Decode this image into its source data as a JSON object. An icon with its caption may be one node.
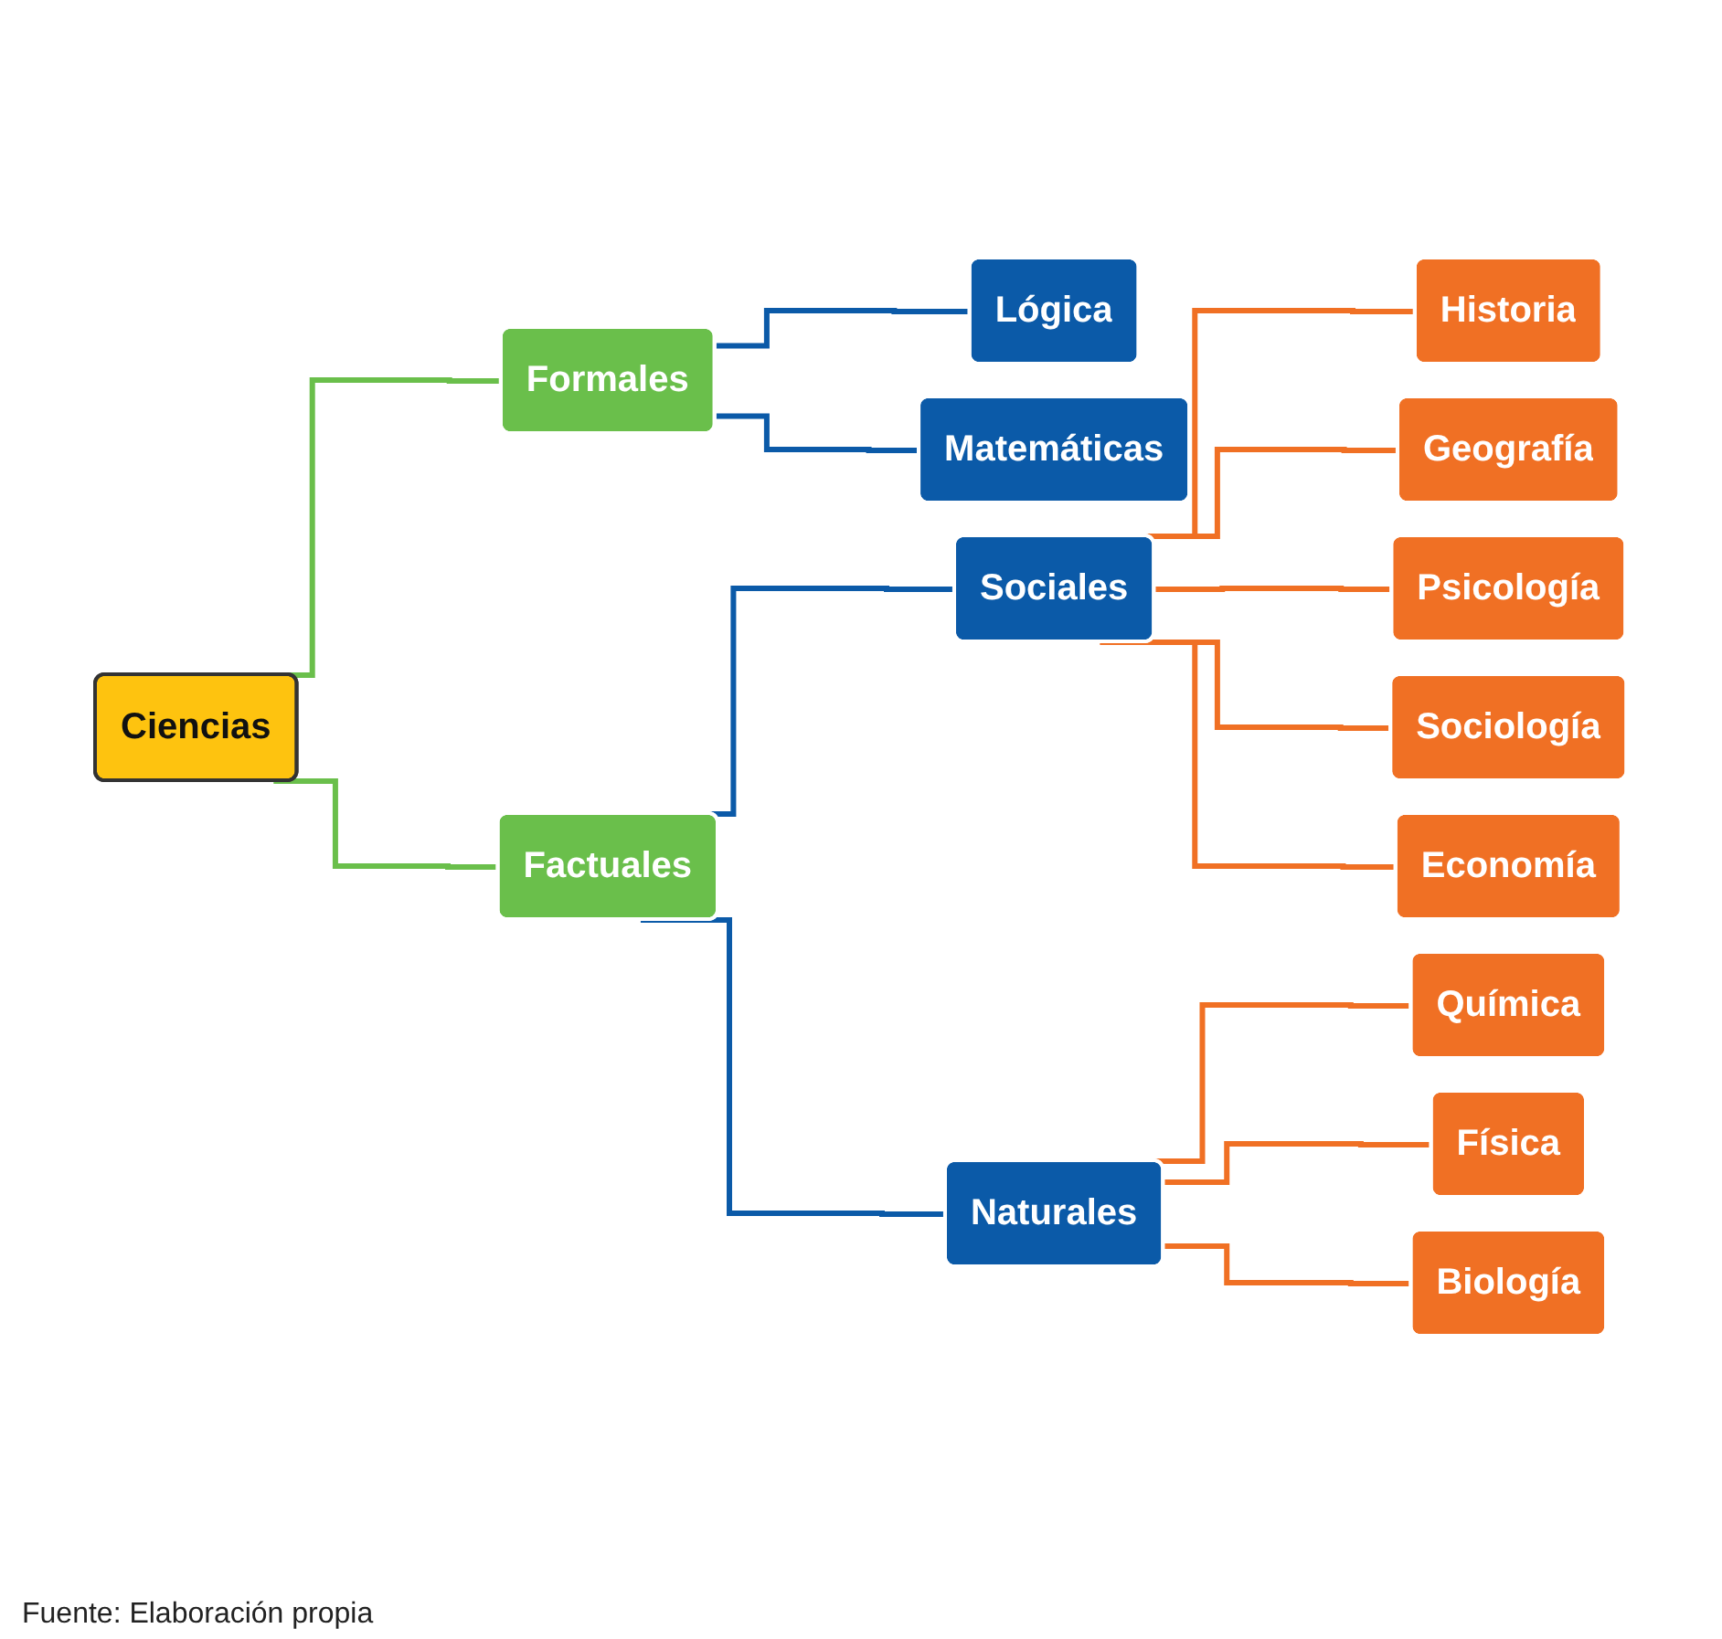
{
  "diagram": {
    "caption": "Fuente: Elaboración propia",
    "nodes": [
      {
        "text": [
          "Ciencias"
        ]
      },
      {
        "text": [
          "Formales"
        ]
      },
      {
        "text": [
          "Lógica"
        ]
      },
      {
        "text": [
          "Matemáticas"
        ]
      },
      {
        "text": [
          "Factuales"
        ]
      },
      {
        "text": [
          "Sociales"
        ]
      },
      {
        "text": [
          "Historia"
        ]
      },
      {
        "text": [
          "Geografía"
        ]
      },
      {
        "text": [
          "Psicología"
        ]
      },
      {
        "text": [
          "Sociología"
        ]
      },
      {
        "text": [
          "Economía"
        ]
      },
      {
        "text": [
          "Naturales"
        ]
      },
      {
        "text": [
          "Química"
        ]
      },
      {
        "text": [
          "Física"
        ]
      },
      {
        "text": [
          "Biología"
        ]
      }
    ],
    "edges": [
      {
        "from": 0,
        "to": 1,
        "arrow": "none",
        "color": "#6abf4b"
      },
      {
        "from": 0,
        "to": 4,
        "arrow": "none",
        "color": "#6abf4b"
      },
      {
        "from": 1,
        "to": 2,
        "arrow": "none",
        "color": "#0b5aa8"
      },
      {
        "from": 1,
        "to": 3,
        "arrow": "none",
        "color": "#0b5aa8"
      },
      {
        "from": 4,
        "to": 5,
        "arrow": "none",
        "color": "#0b5aa8"
      },
      {
        "from": 4,
        "to": 11,
        "arrow": "none",
        "color": "#0b5aa8"
      },
      {
        "from": 5,
        "to": 6,
        "arrow": "none"
      },
      {
        "from": 5,
        "to": 7,
        "arrow": "none"
      },
      {
        "from": 5,
        "to": 8,
        "arrow": "none"
      },
      {
        "from": 5,
        "to": 9,
        "arrow": "none"
      },
      {
        "from": 5,
        "to": 10,
        "arrow": "none"
      },
      {
        "from": 11,
        "to": 12,
        "arrow": "none"
      },
      {
        "from": 11,
        "to": 13,
        "arrow": "none"
      },
      {
        "from": 11,
        "to": 14,
        "arrow": "none"
      }
    ]
  }
}
